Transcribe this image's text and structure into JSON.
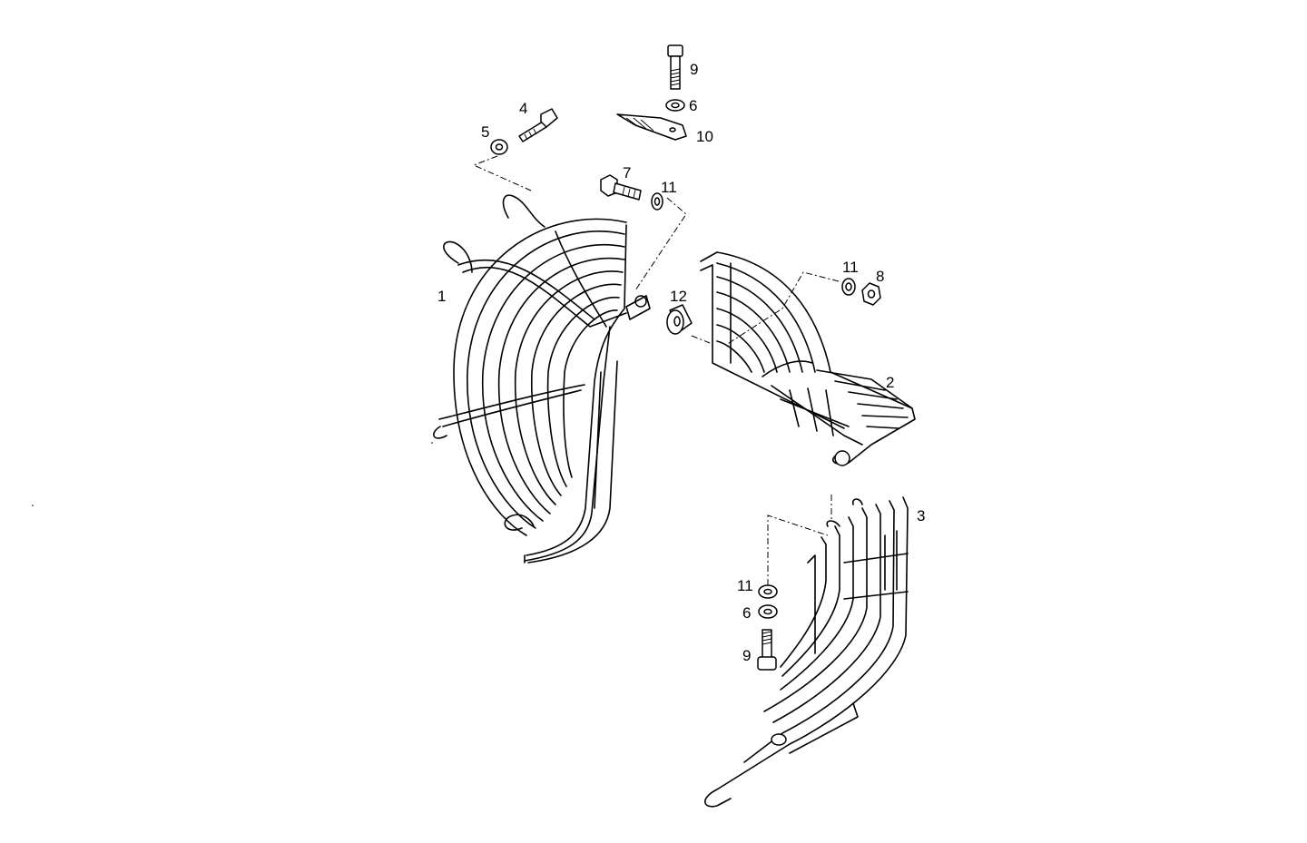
{
  "callouts": {
    "c1": "1",
    "c2": "2",
    "c3": "3",
    "c4": "4",
    "c5": "5",
    "c6_top": "6",
    "c6_bottom": "6",
    "c7": "7",
    "c8": "8",
    "c9_top": "9",
    "c9_bottom": "9",
    "c10": "10",
    "c11_mid": "11",
    "c11_right": "11",
    "c11_bottom": "11",
    "c12": "12"
  }
}
